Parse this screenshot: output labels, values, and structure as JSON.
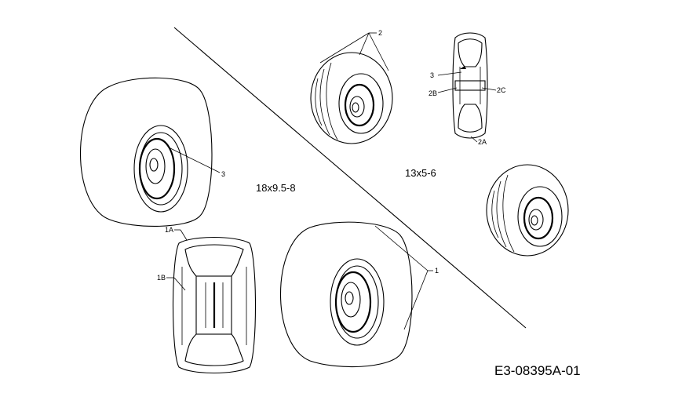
{
  "diagram": {
    "wheel_sizes": {
      "large": "18x9.5-8",
      "small": "13x5-6"
    },
    "callouts": {
      "c1": "1",
      "c1A": "1A",
      "c1B": "1B",
      "c2": "2",
      "c2A": "2A",
      "c2B": "2B",
      "c2C": "2C",
      "c3_small": "3",
      "c3_large": "3"
    },
    "drawing_code": "E3-08395A-01"
  }
}
